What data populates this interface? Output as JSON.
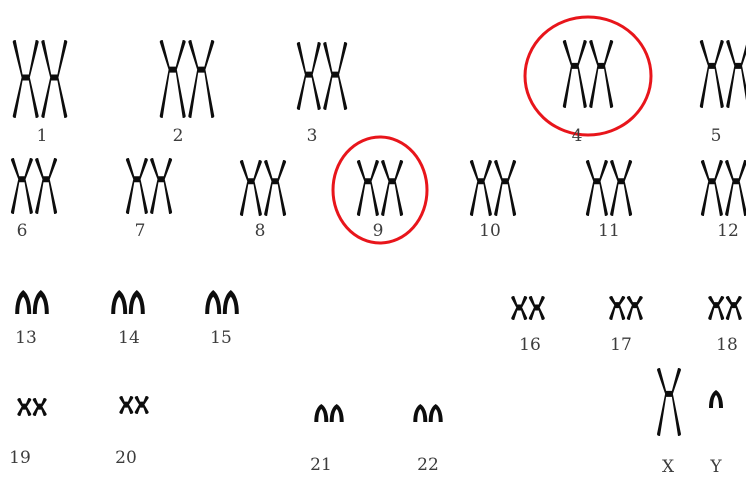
{
  "karyotype": {
    "chromosome_color": "#0d0d0d",
    "highlight_color": "#e8151b",
    "pairs": [
      {
        "label": "1",
        "count": 2,
        "shape": "metacentric",
        "size": "xl",
        "highlighted": false
      },
      {
        "label": "2",
        "count": 2,
        "shape": "submetacentric",
        "size": "xl",
        "highlighted": false
      },
      {
        "label": "3",
        "count": 2,
        "shape": "metacentric",
        "size": "l",
        "highlighted": false
      },
      {
        "label": "4",
        "count": 2,
        "shape": "submetacentric",
        "size": "l",
        "highlighted": true
      },
      {
        "label": "5",
        "count": 2,
        "shape": "submetacentric",
        "size": "l",
        "highlighted": false
      },
      {
        "label": "6",
        "count": 2,
        "shape": "submetacentric",
        "size": "m",
        "highlighted": false
      },
      {
        "label": "7",
        "count": 2,
        "shape": "submetacentric",
        "size": "m",
        "highlighted": false
      },
      {
        "label": "8",
        "count": 2,
        "shape": "submetacentric",
        "size": "m",
        "highlighted": false
      },
      {
        "label": "9",
        "count": 2,
        "shape": "submetacentric",
        "size": "m",
        "highlighted": true
      },
      {
        "label": "10",
        "count": 2,
        "shape": "submetacentric",
        "size": "m",
        "highlighted": false
      },
      {
        "label": "11",
        "count": 2,
        "shape": "submetacentric",
        "size": "m",
        "highlighted": false
      },
      {
        "label": "12",
        "count": 2,
        "shape": "submetacentric",
        "size": "m",
        "highlighted": false
      },
      {
        "label": "13",
        "count": 2,
        "shape": "acrocentric",
        "size": "s",
        "highlighted": false
      },
      {
        "label": "14",
        "count": 2,
        "shape": "acrocentric",
        "size": "s",
        "highlighted": false
      },
      {
        "label": "15",
        "count": 2,
        "shape": "acrocentric",
        "size": "s",
        "highlighted": false
      },
      {
        "label": "16",
        "count": 2,
        "shape": "metacentric",
        "size": "s",
        "highlighted": false
      },
      {
        "label": "17",
        "count": 2,
        "shape": "submetacentric",
        "size": "s",
        "highlighted": false
      },
      {
        "label": "18",
        "count": 2,
        "shape": "submetacentric",
        "size": "s",
        "highlighted": false
      },
      {
        "label": "19",
        "count": 2,
        "shape": "metacentric",
        "size": "xs",
        "highlighted": false
      },
      {
        "label": "20",
        "count": 2,
        "shape": "metacentric",
        "size": "xs",
        "highlighted": false
      },
      {
        "label": "21",
        "count": 2,
        "shape": "acrocentric",
        "size": "xs",
        "highlighted": false
      },
      {
        "label": "22",
        "count": 2,
        "shape": "acrocentric",
        "size": "xs",
        "highlighted": false
      },
      {
        "label": "X",
        "count": 1,
        "shape": "submetacentric",
        "size": "l",
        "highlighted": false
      },
      {
        "label": "Y",
        "count": 1,
        "shape": "acrocentric",
        "size": "xs",
        "highlighted": false
      }
    ]
  }
}
